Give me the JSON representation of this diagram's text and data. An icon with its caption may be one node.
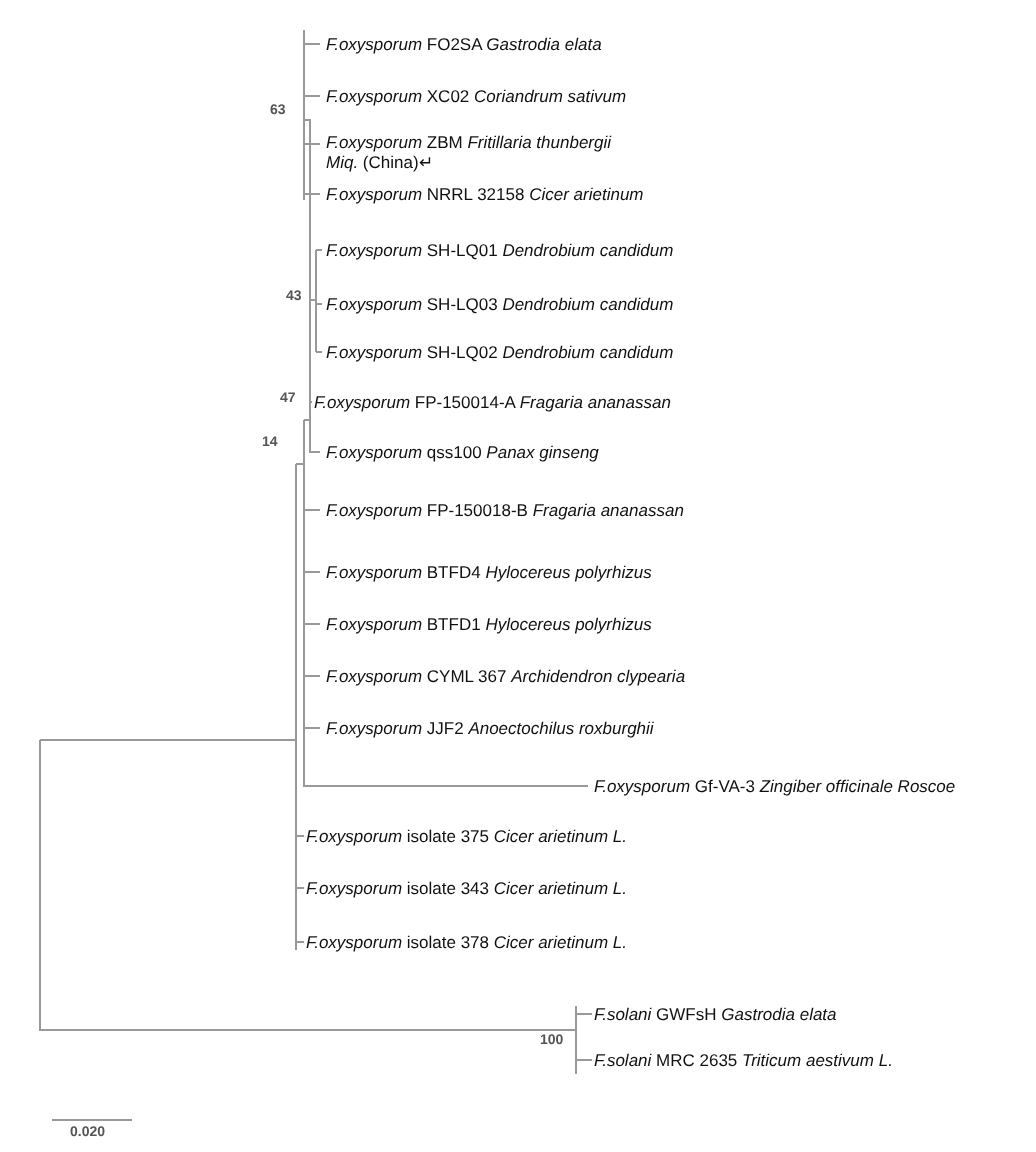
{
  "diagram": {
    "labels": [
      "*F.oxysporum* FO2SA *Gastrodia elata*",
      "*F.oxysporum* XC02 *Coriandrum sativum*",
      "63",
      "*F.oxysporum* ZBM *Fritillaria thunbergii Miq.* (China)↵",
      "*F.oxysporum* NRRL 32158 *Cicer arietinum*",
      "*F.oxysporum* SH-LQ01 *Dendrobium candidum*",
      "43",
      "*F.oxysporum* SH-LQ03 *Dendrobium candidum*",
      "*F.oxysporum* SH-LQ02 *Dendrobium candidum*",
      "47",
      "*F.oxysporum* FP-150014-A *Fragaria ananassan*",
      "14",
      "*F.oxysporum* qss100 *Panax ginseng*",
      "*F.oxysporum* FP-150018-B *Fragaria ananassan*",
      "*F.oxysporum* BTFD4 *Hylocereus polyrhizus*",
      "*F.oxysporum* BTFD1 *Hylocereus polyrhizus*",
      "*F.oxysporum* CYML 367 *Archidendron clypearia*",
      "*F.oxysporum* JJF2 *Anoectochilus roxburghii*",
      "*F.oxysporum* Gf-VA-3 *Zingiber officinale Roscoe*",
      "*F.oxysporum* isolate 375 *Cicer arietinum L.*",
      "*F.oxysporum* isolate 343 *Cicer arietinum L.*",
      "*F.oxysporum* isolate 378 *Cicer arietinum L.*",
      "*F.solani* GWFsH *Gastrodia elata*",
      "100",
      "*F.solani* MRC 2635 *Triticum aestivum L.*",
      "0.020"
    ]
  }
}
